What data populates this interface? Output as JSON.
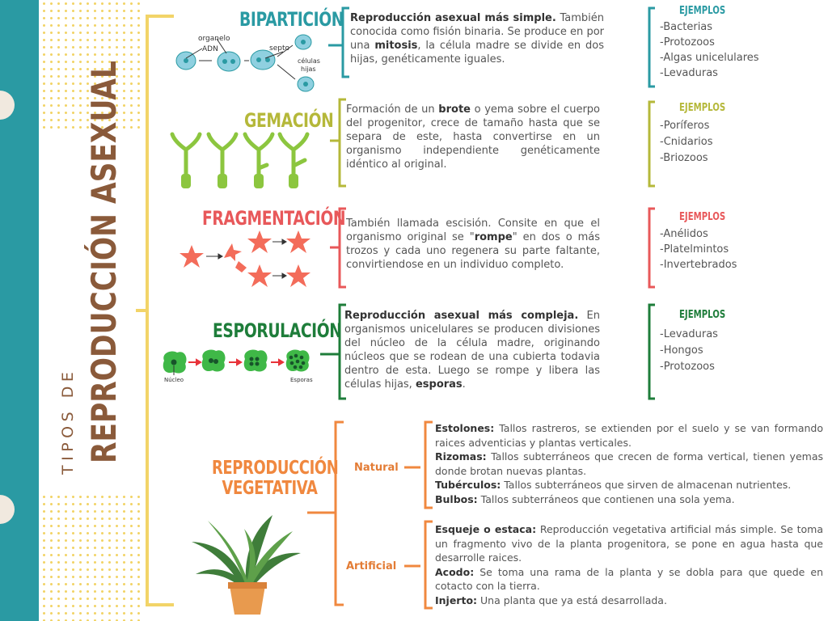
{
  "title": {
    "prefix": "TIPOS DE",
    "main": "REPRODUCCIÓN ASEXUAL"
  },
  "ejemplos_label": "EJEMPLOS",
  "sections": [
    {
      "title": "BIPARTICIÓN",
      "color": "#2a9aa3",
      "desc": [
        {
          "t": "Reproducción asexual más simple.",
          "b": true
        },
        {
          "t": " También conocida como fisión binaria. Se produce en por una ",
          "b": false
        },
        {
          "t": "mitosis",
          "b": true
        },
        {
          "t": ", la célula madre se divide en dos hijas, genéticamente iguales.",
          "b": false
        }
      ],
      "examples": [
        "-Bacterias",
        "-Protozoos",
        "-Algas unicelulares",
        "-Levaduras"
      ],
      "image_labels": [
        "organelo",
        "ADN",
        "septo",
        "células",
        "hijas"
      ]
    },
    {
      "title": "GEMACIÓN",
      "color": "#b5b83a",
      "desc": [
        {
          "t": "Formación de un ",
          "b": false
        },
        {
          "t": "brote",
          "b": true
        },
        {
          "t": " o yema sobre el cuerpo del progenitor, crece de tamaño hasta que se separa de este, hasta convertirse en un organismo independiente genéticamente idéntico al original.",
          "b": false
        }
      ],
      "examples": [
        "-Poríferos",
        "-Cnidarios",
        "-Briozoos"
      ]
    },
    {
      "title": "FRAGMENTACIÓN",
      "color": "#e8585a",
      "desc": [
        {
          "t": "También llamada escisión. Consite en que el organismo original se \"",
          "b": false
        },
        {
          "t": "rompe",
          "b": true
        },
        {
          "t": "\" en dos o más trozos y cada uno regenera su parte faltante, convirtiendose en un individuo completo.",
          "b": false
        }
      ],
      "examples": [
        "-Anélidos",
        "-Platelmintos",
        "-Invertebrados"
      ]
    },
    {
      "title": "ESPORULACIÓN",
      "color": "#1e7d3a",
      "desc": [
        {
          "t": "Reproducción asexual más compleja.",
          "b": true
        },
        {
          "t": " En organismos unicelulares se producen divisiones del núcleo de la célula madre, originando núcleos que se rodean de una  cubierta todavia dentro de esta. Luego se rompe y libera las células hijas, ",
          "b": false
        },
        {
          "t": "esporas",
          "b": true
        },
        {
          "t": ".",
          "b": false
        }
      ],
      "examples": [
        "-Levaduras",
        "-Hongos",
        "-Protozoos"
      ],
      "image_labels": [
        "Núcleo",
        "Esporas"
      ]
    }
  ],
  "vegetativa": {
    "title_line1": "REPRODUCCIÓN",
    "title_line2": "VEGETATIVA",
    "color": "#f0883f",
    "groups": [
      {
        "label": "Natural",
        "items": [
          {
            "term": "Estolones:",
            "text": " Tallos rastreros, se extienden por el suelo y se van formando raices adventicias y plantas verticales."
          },
          {
            "term": "Rizomas:",
            "text": " Tallos subterráneos que crecen de forma vertical, tienen yemas donde brotan nuevas plantas."
          },
          {
            "term": "Tubérculos:",
            "text": " Tallos subterráneos que sirven de almacenan nutrientes."
          },
          {
            "term": "Bulbos:",
            "text": " Tallos subterráneos que contienen una sola yema."
          }
        ]
      },
      {
        "label": "Artificial",
        "items": [
          {
            "term": "Esqueje o estaca:",
            "text": " Reproducción vegetativa artificial más simple. Se toma un fragmento vivo de la planta progenitora, se pone en agua hasta que desarrolle raices."
          },
          {
            "term": "Acodo:",
            "text": " Se toma una rama de la planta y se dobla para que quede en cotacto con la tierra."
          },
          {
            "term": "Injerto:",
            "text": " Una planta que ya está desarrollada."
          }
        ]
      }
    ]
  },
  "colors": {
    "teal": "#2a9aa3",
    "olive": "#b5b83a",
    "coral": "#e8585a",
    "green": "#1e7d3a",
    "orange": "#f0883f",
    "yellow_bracket": "#f2d468",
    "title_brown": "#8a5a3a"
  }
}
